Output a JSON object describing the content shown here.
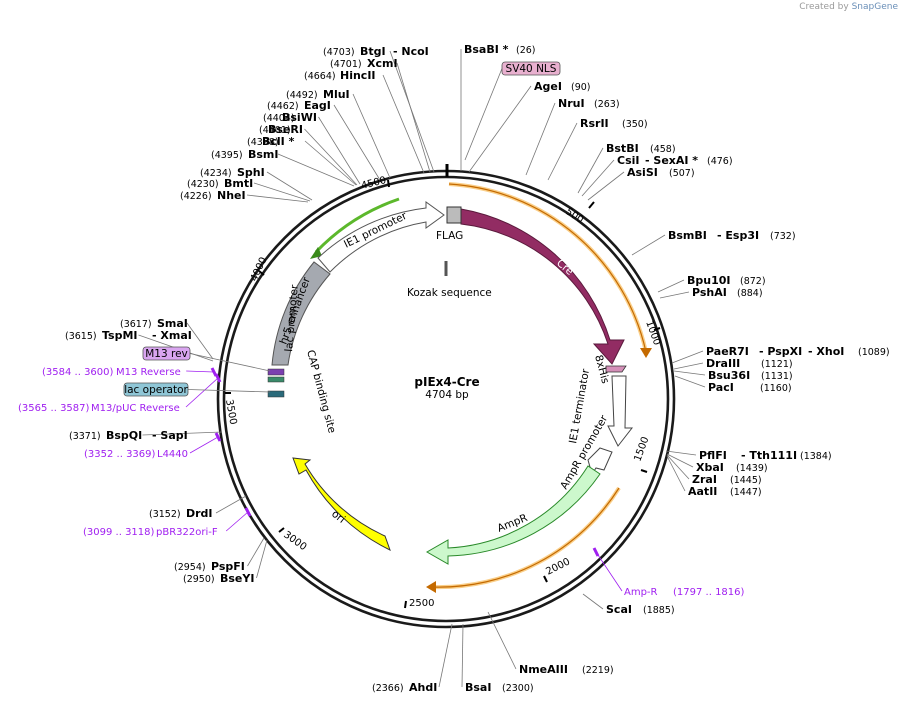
{
  "credit": {
    "prefix": "Created by",
    "brand": "SnapGene"
  },
  "plasmid": {
    "name": "pIEx4-Cre",
    "size": "4704 bp"
  },
  "ticks": [
    "500",
    "1000",
    "1500",
    "2000",
    "2500",
    "3000",
    "3500",
    "4000",
    "4500"
  ],
  "enzymes": [
    {
      "name": "BtgI",
      "pos": "(4703)",
      "extra": "NcoI"
    },
    {
      "name": "XcmI",
      "pos": "(4701)"
    },
    {
      "name": "HincII",
      "pos": "(4664)"
    },
    {
      "name": "MluI",
      "pos": "(4492)"
    },
    {
      "name": "EagI",
      "pos": "(4462)"
    },
    {
      "name": "BsiWI",
      "pos": "(4404)"
    },
    {
      "name": "BseRI",
      "pos": "(4401)"
    },
    {
      "name": "BclI *",
      "pos": "(4398)"
    },
    {
      "name": "BsmI",
      "pos": "(4395)"
    },
    {
      "name": "SphI",
      "pos": "(4234)"
    },
    {
      "name": "BmtI",
      "pos": "(4230)"
    },
    {
      "name": "NheI",
      "pos": "(4226)"
    },
    {
      "name": "BsaBI *",
      "pos": "(26)"
    },
    {
      "name": "AgeI",
      "pos": "(90)"
    },
    {
      "name": "NruI",
      "pos": "(263)"
    },
    {
      "name": "RsrII",
      "pos": "(350)"
    },
    {
      "name": "BstBI",
      "pos": "(458)"
    },
    {
      "name": "CsiI",
      "pos": "(476)",
      "extra": "SexAI *"
    },
    {
      "name": "AsiSI",
      "pos": "(507)"
    },
    {
      "name": "BsmBI",
      "pos": "(732)",
      "extra": "Esp3I"
    },
    {
      "name": "Bpu10I",
      "pos": "(872)"
    },
    {
      "name": "PshAI",
      "pos": "(884)"
    },
    {
      "name": "PaeR7I",
      "pos": "(1089)",
      "extra": "PspXI",
      "extra2": "XhoI"
    },
    {
      "name": "DraIII",
      "pos": "(1121)"
    },
    {
      "name": "Bsu36I",
      "pos": "(1131)"
    },
    {
      "name": "PacI",
      "pos": "(1160)"
    },
    {
      "name": "PflFI",
      "pos": "(1384)",
      "extra": "Tth111I"
    },
    {
      "name": "XbaI",
      "pos": "(1439)"
    },
    {
      "name": "ZraI",
      "pos": "(1445)"
    },
    {
      "name": "AatII",
      "pos": "(1447)"
    },
    {
      "name": "ScaI",
      "pos": "(1885)"
    },
    {
      "name": "NmeAIII",
      "pos": "(2219)"
    },
    {
      "name": "AhdI",
      "pos": "(2366)"
    },
    {
      "name": "BsaI",
      "pos": "(2300)"
    },
    {
      "name": "PspFI",
      "pos": "(2954)"
    },
    {
      "name": "BseYI",
      "pos": "(2950)"
    },
    {
      "name": "DrdI",
      "pos": "(3152)"
    },
    {
      "name": "BspQI",
      "pos": "(3371)",
      "extra": "SapI"
    },
    {
      "name": "SmaI",
      "pos": "(3617)"
    },
    {
      "name": "TspMI",
      "pos": "(3615)",
      "extra": "XmaI"
    }
  ],
  "primers": [
    {
      "name": "M13 Reverse",
      "range": "(3584 .. 3600)"
    },
    {
      "name": "M13/pUC Reverse",
      "range": "(3565 .. 3587)"
    },
    {
      "name": "L4440",
      "range": "(3352 .. 3369)"
    },
    {
      "name": "pBR322ori-F",
      "range": "(3099 .. 3118)"
    },
    {
      "name": "Amp-R",
      "range": "(1797 .. 1816)"
    }
  ],
  "boxed_features": [
    {
      "name": "SV40 NLS",
      "color": "#e8b0cf"
    },
    {
      "name": "M13 rev",
      "color": "#d9a5f0"
    },
    {
      "name": "lac operator",
      "color": "#8fc6d6"
    }
  ],
  "features": {
    "cre": "Cre",
    "flag": "FLAG",
    "kozak": "Kozak sequence",
    "his": "8xHis",
    "ie1term": "IE1 terminator",
    "ampr_prom": "AmpR promoter",
    "ampr": "AmpR",
    "ori": "ori",
    "hr5": "hr5 enhancer",
    "ie1prom": "IE1 promoter",
    "lacprom": "lac promoter",
    "cap": "CAP binding site"
  },
  "colors": {
    "cre": "#922c63",
    "ampr": "#ccf8cc",
    "ori": "#ffff00",
    "hr5": "#a5a9b0",
    "ie1prom_arc": "#5cb82c",
    "orf_arc": "#f6a828",
    "primer": "#a020f0"
  }
}
